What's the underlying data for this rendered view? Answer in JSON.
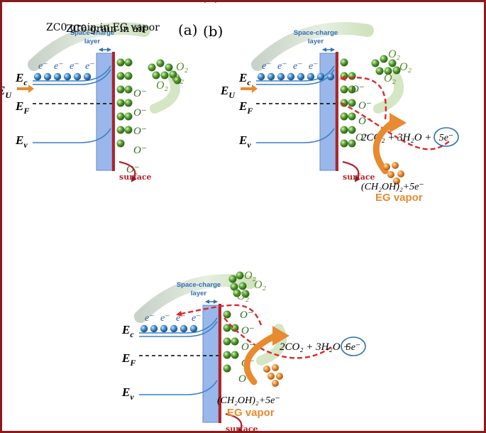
{
  "colors": {
    "border": "#8b1a1a",
    "conduction_band": "#3a7fc4",
    "fermi_level": "#000000",
    "electron": "#3c86c8",
    "oxygen_ion": "#4f9a2e",
    "surface": "#b2232a",
    "space_charge": "#8fb0e8",
    "reaction_path": "#e0262b",
    "eg_vapor": "#e88a30",
    "label_blue": "#2f6fb5"
  },
  "panels": [
    {
      "id": "a",
      "title": "ZC0 grain in air",
      "letter": "(a)",
      "labels": {
        "space_charge": [
          "Space-charge",
          "layer"
        ],
        "ec": "E",
        "ec_sub": "c",
        "eu": "E",
        "eu_sub": "U",
        "ef": "E",
        "ef_sub": "F",
        "ev": "E",
        "ev_sub": "v",
        "surface": "surface",
        "electron": "e⁻",
        "oxygen_ion": "O⁻",
        "o2": "O₂"
      }
    },
    {
      "id": "b",
      "title": "ZC0 grain in EG vapor",
      "letter": "(b)",
      "labels": {
        "space_charge": [
          "Space-charge",
          "layer"
        ],
        "ec": "E",
        "ec_sub": "c",
        "eu": "E",
        "eu_sub": "U",
        "ef": "E",
        "ef_sub": "F",
        "ev": "E",
        "ev_sub": "v",
        "surface": "surface",
        "electron": "e⁻",
        "oxygen_ion": "O⁻",
        "o2": "O₂",
        "products": "2CO₂ + 3H₂O +",
        "released": "5e⁻",
        "reactant": "(CH₂OH)₂+5e⁻",
        "vapor": "EG vapor"
      }
    },
    {
      "id": "c",
      "title": "ZC2 grain in EG vapor",
      "letter": "(c)",
      "labels": {
        "space_charge": [
          "Space-charge",
          "layer"
        ],
        "ec": "E",
        "ec_sub": "c",
        "ef": "E",
        "ef_sub": "F",
        "ev": "E",
        "ev_sub": "v",
        "surface": "surface",
        "electron": "e⁻",
        "oxygen_ion": "O⁻",
        "o2": "O₂",
        "products": "2CO₂ + 3H₂O +",
        "released": "5e⁻",
        "reactant": "(CH₂OH)₂+5e⁻",
        "vapor": "EG vapor"
      }
    }
  ]
}
